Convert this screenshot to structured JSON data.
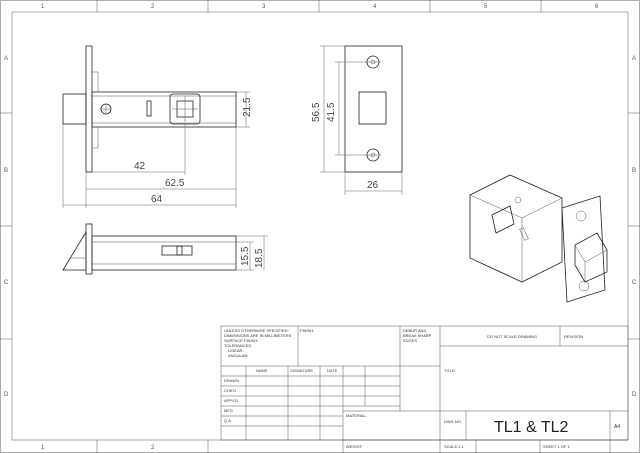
{
  "zones": {
    "top": [
      "1",
      "2",
      "3",
      "4",
      "5",
      "6"
    ],
    "bottom": [
      "1",
      "2"
    ],
    "left": [
      "A",
      "B",
      "C",
      "D"
    ],
    "right": [
      "A",
      "B",
      "C",
      "D"
    ]
  },
  "dimensions": {
    "side_height": "21.5",
    "dim_42": "42",
    "dim_62_5": "62.5",
    "dim_64": "64",
    "face_56_5": "56.5",
    "face_41_5": "41.5",
    "face_26": "26",
    "bottom_15_5": "15.5",
    "bottom_18_5": "18.5"
  },
  "title_block": {
    "general_note": [
      "UNLESS OTHERWISE SPECIFIED:",
      "DIMENSIONS ARE IN MILLIMETERS",
      "SURFACE FINISH:",
      "TOLERANCES:",
      "LINEAR:",
      "ANGULAR:"
    ],
    "finish": "FINISH:",
    "deburr": [
      "DEBUR AND",
      "BREAK SHARP",
      "EDGES"
    ],
    "do_not_scale": "DO NOT SCALE DRAWING",
    "revision": "REVISION",
    "col_name": "NAME",
    "col_signature": "SIGNATURE",
    "col_date": "DATE",
    "rows": [
      "DRAWN",
      "CHK'D",
      "APPV'D",
      "MFG",
      "Q.A"
    ],
    "title_label": "TITLE:",
    "material": "MATERIAL:",
    "dwg_no": "DWG NO.",
    "drawing_number": "TL1 & TL2",
    "sheet_size": "A4",
    "weight": "WEIGHT:",
    "scale": "SCALE:1:1",
    "sheet": "SHEET 1 OF 1"
  }
}
